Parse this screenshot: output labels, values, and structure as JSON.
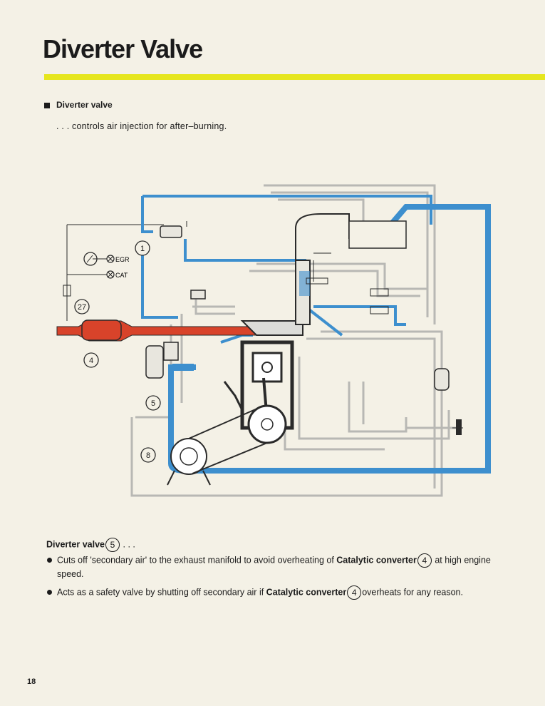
{
  "page": {
    "title": "Diverter Valve",
    "section_heading": "Diverter valve",
    "intro": ". . . controls air injection for after–burning.",
    "page_number": "18"
  },
  "diagram": {
    "callouts": [
      "1",
      "27",
      "4",
      "5",
      "8"
    ],
    "indicator_labels": [
      "EGR",
      "CAT"
    ],
    "colors": {
      "exhaust": "#d8432a",
      "secondary_air": "#3d8fce",
      "vacuum_line": "#b8b8b4",
      "line": "#2a2a2a"
    }
  },
  "body": {
    "dv_label": "Diverter valve",
    "dv_num": "5",
    "dv_suffix": ". . .",
    "items": [
      {
        "pre": "Cuts off 'secondary air' to the exhaust manifold to avoid overheating of ",
        "bold": "Catalytic converter",
        "num": "4",
        "post": " at high engine speed."
      },
      {
        "pre": "Acts as a safety valve by shutting off secondary air if ",
        "bold": "Catalytic converter",
        "num": "4",
        "post": "overheats for any reason."
      }
    ]
  }
}
